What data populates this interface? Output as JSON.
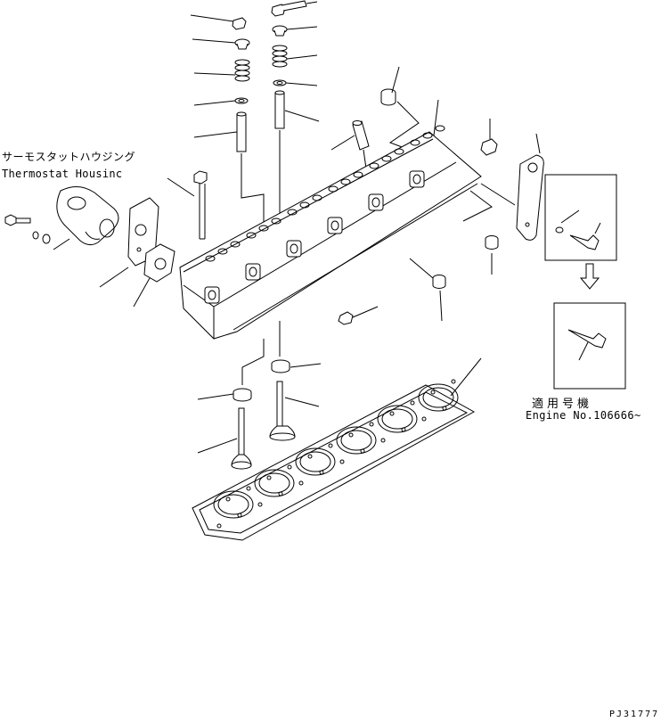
{
  "labels": {
    "thermostat_housing_jp": "サーモスタットハウジング",
    "thermostat_housing_en": "Thermostat Housinc",
    "applicable_jp": "適用号機",
    "applicable_en": "Engine No.106666~",
    "drawing_code": "PJ31777"
  },
  "colors": {
    "line": "#000000",
    "background": "#ffffff"
  }
}
